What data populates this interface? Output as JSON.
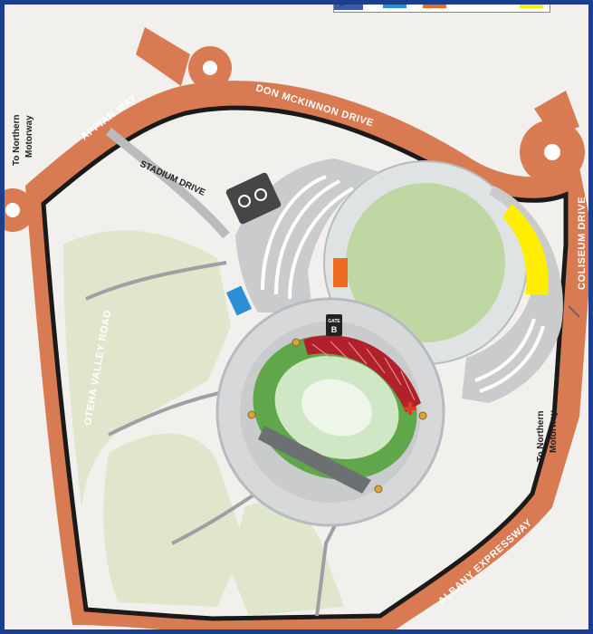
{
  "roads": {
    "appian_way": "APPIAN WAY",
    "don_mckinnon_drive": "DON MCKINNON DRIVE",
    "coliseum_drive": "COLISEUM DRIVE",
    "oteha_valley_road": "OTEHA VALLEY ROAD",
    "albany_expressway": "ALBANY EXPRESSWAY",
    "stadium_drive": "STADIUM DRIVE"
  },
  "directions": {
    "north_top_line1": "To Northern",
    "north_top_line2": "Motorway",
    "north_right_line1": "To Northern",
    "north_right_line2": "Motorway"
  },
  "gate": {
    "label": "GATE",
    "number": "B"
  },
  "colors": {
    "road": "#d97b52",
    "border": "#1a3f8f",
    "greenery": "#dfe6cc",
    "field": "#bfd8a3",
    "seating": "#c9cbcd",
    "covered_stand": "#b2202c",
    "legend_blue": "#2c8fd6",
    "legend_orange": "#ee6a1f",
    "legend_yellow": "#ffee00"
  },
  "icons": [
    "gate-b-icon",
    "medical-cross-icon",
    "toilet-icon"
  ]
}
